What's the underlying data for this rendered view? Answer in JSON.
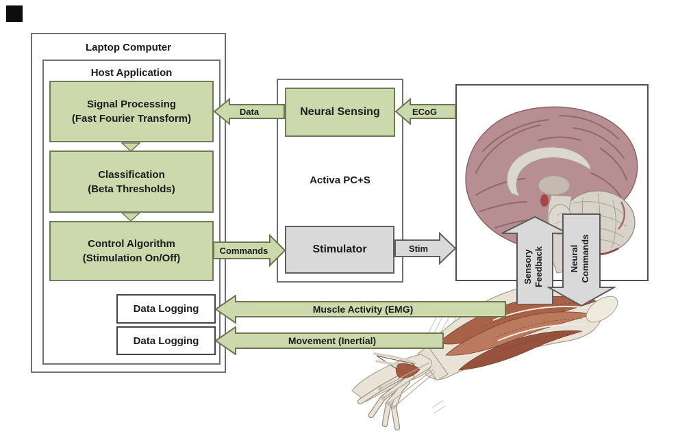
{
  "diagram": {
    "laptop": {
      "title": "Laptop Computer"
    },
    "host": {
      "title": "Host Application"
    },
    "pipeline": [
      {
        "line1": "Signal Processing",
        "line2": "(Fast Fourier Transform)"
      },
      {
        "line1": "Classification",
        "line2": "(Beta Thresholds)"
      },
      {
        "line1": "Control Algorithm",
        "line2": "(Stimulation On/Off)"
      }
    ],
    "data_logging": [
      {
        "label": "Data Logging"
      },
      {
        "label": "Data Logging"
      }
    ],
    "activa": {
      "title": "Activa PC+S",
      "neural_sensing": "Neural Sensing",
      "stimulator": "Stimulator"
    },
    "arrows": {
      "data": "Data",
      "ecog": "ECoG",
      "commands": "Commands",
      "stim": "Stim",
      "emg": "Muscle Activity (EMG)",
      "inertial": "Movement (Inertial)",
      "sensory_feedback_line1": "Sensory",
      "sensory_feedback_line2": "Feedback",
      "neural_commands_line1": "Neural",
      "neural_commands_line2": "Commands"
    },
    "illustrations": {
      "brain": "sagittal-brain-illustration",
      "arm": "forearm-muscles-illustration"
    },
    "colors": {
      "green_fill": "#ccd9ad",
      "green_border": "#72775a",
      "gray_fill": "#d9d9d9",
      "gray_border": "#5f5f5f",
      "frame_border": "#707070",
      "text": "#1b1b1b"
    }
  }
}
